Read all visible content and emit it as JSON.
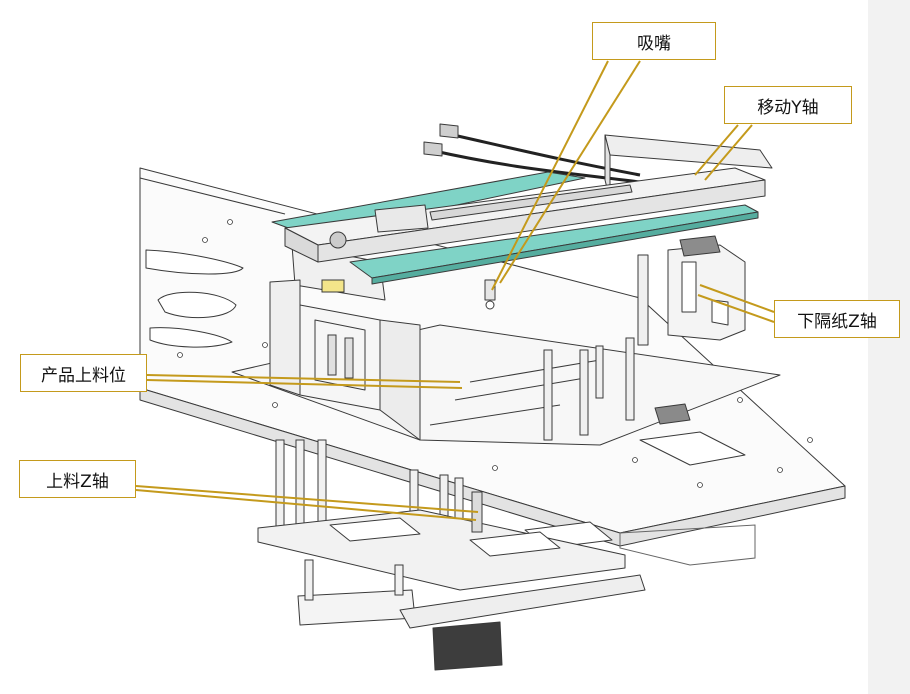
{
  "labels": {
    "nozzle": "吸嘴",
    "y_axis": "移动Y轴",
    "separator_z": "下隔纸Z轴",
    "loading_position": "产品上料位",
    "loading_z": "上料Z轴"
  },
  "colors": {
    "leader": "#c49a1c",
    "teal_plate": "#7fd3c6",
    "margin_strip": "#f2f2f2"
  }
}
